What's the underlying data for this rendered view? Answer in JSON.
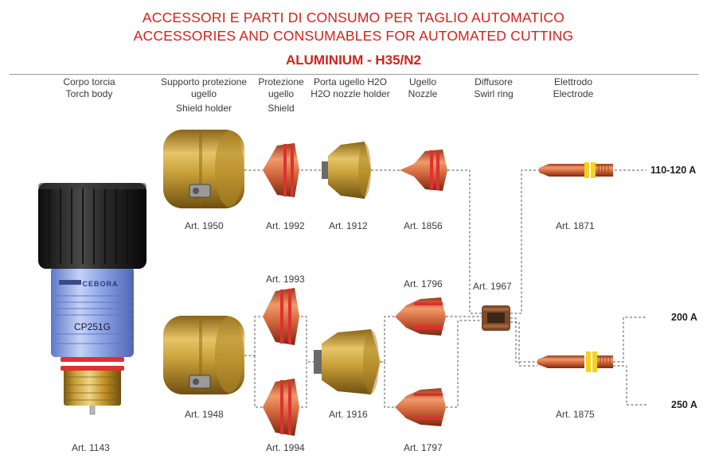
{
  "header": {
    "title_it": "ACCESSORI E PARTI DI CONSUMO PER TAGLIO AUTOMATICO",
    "title_en": "ACCESSORIES AND CONSUMABLES FOR AUTOMATED CUTTING",
    "subtitle": "ALUMINIUM - H35/N2"
  },
  "columns": [
    {
      "it": "Corpo torcia",
      "en": "Torch body"
    },
    {
      "it": "Supporto protezione ugello",
      "en": "Shield holder"
    },
    {
      "it": "Protezione ugello",
      "en": "Shield"
    },
    {
      "it": "Porta ugello H2O",
      "en": "H2O nozzle holder"
    },
    {
      "it": "Ugello",
      "en": "Nozzle"
    },
    {
      "it": "Diffusore",
      "en": "Swirl ring"
    },
    {
      "it": "Elettrodo",
      "en": "Electrode"
    }
  ],
  "parts": {
    "torch_body": "Art. 1143",
    "torch_label": "CP251G",
    "torch_brand": "CEBORA",
    "shield_holder_top": "Art. 1950",
    "shield_holder_bottom": "Art. 1948",
    "shield_top": "Art. 1992",
    "shield_mid": "Art. 1993",
    "shield_bottom": "Art. 1994",
    "nozzle_holder_top": "Art. 1912",
    "nozzle_holder_bottom": "Art. 1916",
    "nozzle_top": "Art. 1856",
    "nozzle_mid": "Art. 1796",
    "nozzle_bottom": "Art. 1797",
    "swirl_ring": "Art. 1967",
    "electrode_top": "Art. 1871",
    "electrode_bottom": "Art. 1875"
  },
  "amperages": {
    "a1": "110-120 A",
    "a2": "200 A",
    "a3": "250 A"
  },
  "colors": {
    "title_red": "#d2231e",
    "brass": "#c9a13a",
    "copper": "#d0643a",
    "torch_blue": "#8fa6e6",
    "torch_black": "#1e1e1e",
    "oring_red": "#e03030",
    "electrode_yellow": "#f2d21e"
  }
}
